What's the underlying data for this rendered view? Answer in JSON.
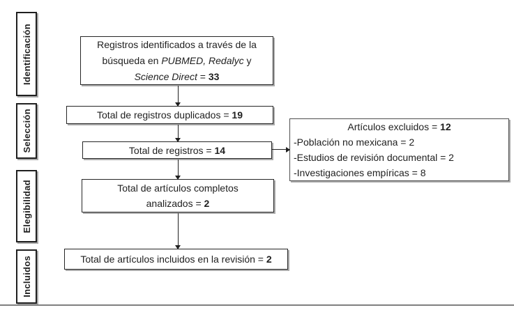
{
  "diagram": {
    "stages": [
      "Identificación",
      "Selección",
      "Elegibilidad",
      "Incluidos"
    ],
    "box_identified": {
      "line1": "Registros identificados a través de la",
      "line2_regular": "búsqueda en ",
      "line2_italic": "PUBMED, Redalyc",
      "line2_suffix": " y",
      "line3_italic": "Science Direct",
      "line3_equals": " = ",
      "line3_value": "33"
    },
    "box_duplicates": {
      "label": "Total de registros duplicados = ",
      "value": "19"
    },
    "box_records": {
      "label": "Total de registros = ",
      "value": "14"
    },
    "box_fulltext": {
      "line1": "Total de artículos completos",
      "line2_label": "analizados = ",
      "line2_value": "2"
    },
    "box_included": {
      "label": "Total de artículos incluidos en la revisión = ",
      "value": "2"
    },
    "box_excluded": {
      "title_label": "Artículos excluidos = ",
      "title_value": "12",
      "items": [
        "-Población no mexicana = 2",
        "-Estudios de revisión documental = 2",
        "-Investigaciones empíricas = 8"
      ]
    },
    "colors": {
      "box_border": "#262626",
      "box_shadow": "#ababab",
      "text": "#1f1f1f",
      "bottom_rule": "#7f7f7f"
    }
  }
}
